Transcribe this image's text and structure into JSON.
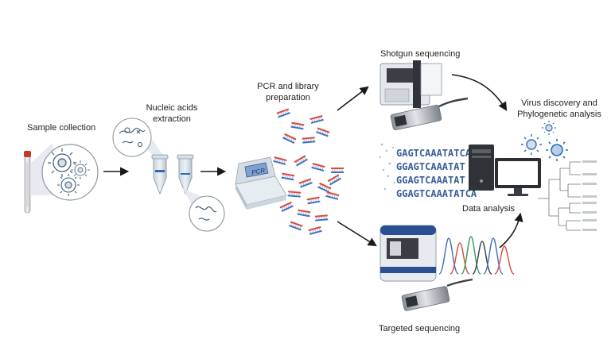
{
  "steps": {
    "sample_collection": "Sample collection",
    "extraction_line1": "Nucleic acids",
    "extraction_line2": "extraction",
    "pcr_line1": "PCR and library",
    "pcr_line2": "preparation",
    "shotgun": "Shotgun sequencing",
    "targeted": "Targeted sequencing",
    "discovery_line1": "Virus discovery and",
    "discovery_line2": "Phylogenetic analysis",
    "data_analysis": "Data analysis"
  },
  "devices": {
    "pcr_screen_label": "PCR"
  },
  "sequence_reads": [
    "GAGTCAAATATCAT",
    "GGAGTCAAATAT",
    "GGAGTCAAATAT",
    "GGAGTCAAATATCA"
  ],
  "colors": {
    "arrow": "#1a1a1a",
    "dna_red": "#d9473f",
    "dna_blue": "#3c6fc4",
    "virus_blue": "#2f6bb3",
    "sequence_text": "#3a5f9a"
  }
}
